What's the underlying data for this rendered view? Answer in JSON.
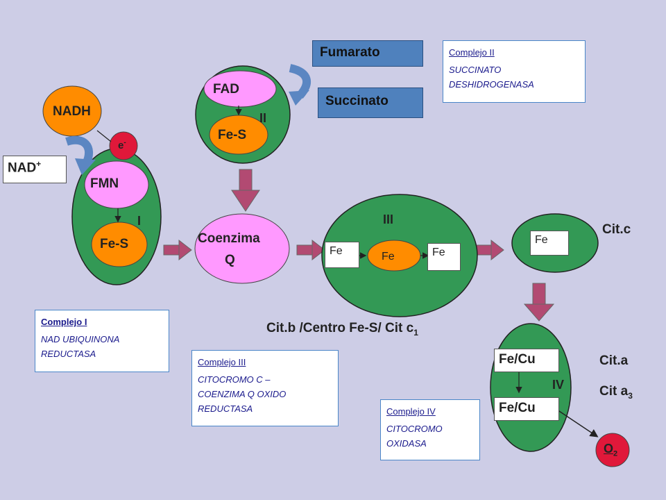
{
  "complex1": {
    "nadh": "NADH",
    "electron": "e",
    "electron_sup": "-",
    "nad": "NAD",
    "nad_sup": "+",
    "fmn": "FMN",
    "fes": "Fe-S",
    "roman": "I"
  },
  "complex2": {
    "fad": "FAD",
    "fes": "Fe-S",
    "roman": "II",
    "fumarato": "Fumarato",
    "succinato": "Succinato"
  },
  "coenzyme": {
    "line1": "Coenzima",
    "line2": "Q"
  },
  "complex3": {
    "roman": "III",
    "fe_left": "Fe",
    "fe_center": "Fe",
    "fe_right": "Fe",
    "caption_main": "Cit.b /Centro Fe-S/ Cit c",
    "caption_sub": "1"
  },
  "cytc": {
    "fe": "Fe",
    "label": "Cit.c"
  },
  "complex4": {
    "roman": "IV",
    "fecu_top": "Fe/Cu",
    "fecu_bottom": "Fe/Cu",
    "cita": "Cit.a",
    "cita3_main": "Cit a",
    "cita3_sub": "3",
    "o2_main": "O",
    "o2_sub": "2"
  },
  "notes": {
    "c1_title": "Complejo I",
    "c1_desc": "NAD UBIQUINONA\nREDUCTASA",
    "c2_title": "Complejo II",
    "c2_desc": "SUCCINATO\nDESHIDROGENASA",
    "c3_title": "Complejo III",
    "c3_desc": "CITOCROMO C –\nCOENZIMA Q OXIDO\nREDUCTASA",
    "c4_title": "Complejo IV",
    "c4_desc": "CITOCROMO\nOXIDASA"
  },
  "colors": {
    "background": "#cdcde6",
    "membrane_green": "#339955",
    "pink": "#ff99ff",
    "orange": "#ff8c00",
    "blue_box": "#4f81bd",
    "arrow_maroon": "#b24a72",
    "curved_arrow": "#5b86c2"
  }
}
